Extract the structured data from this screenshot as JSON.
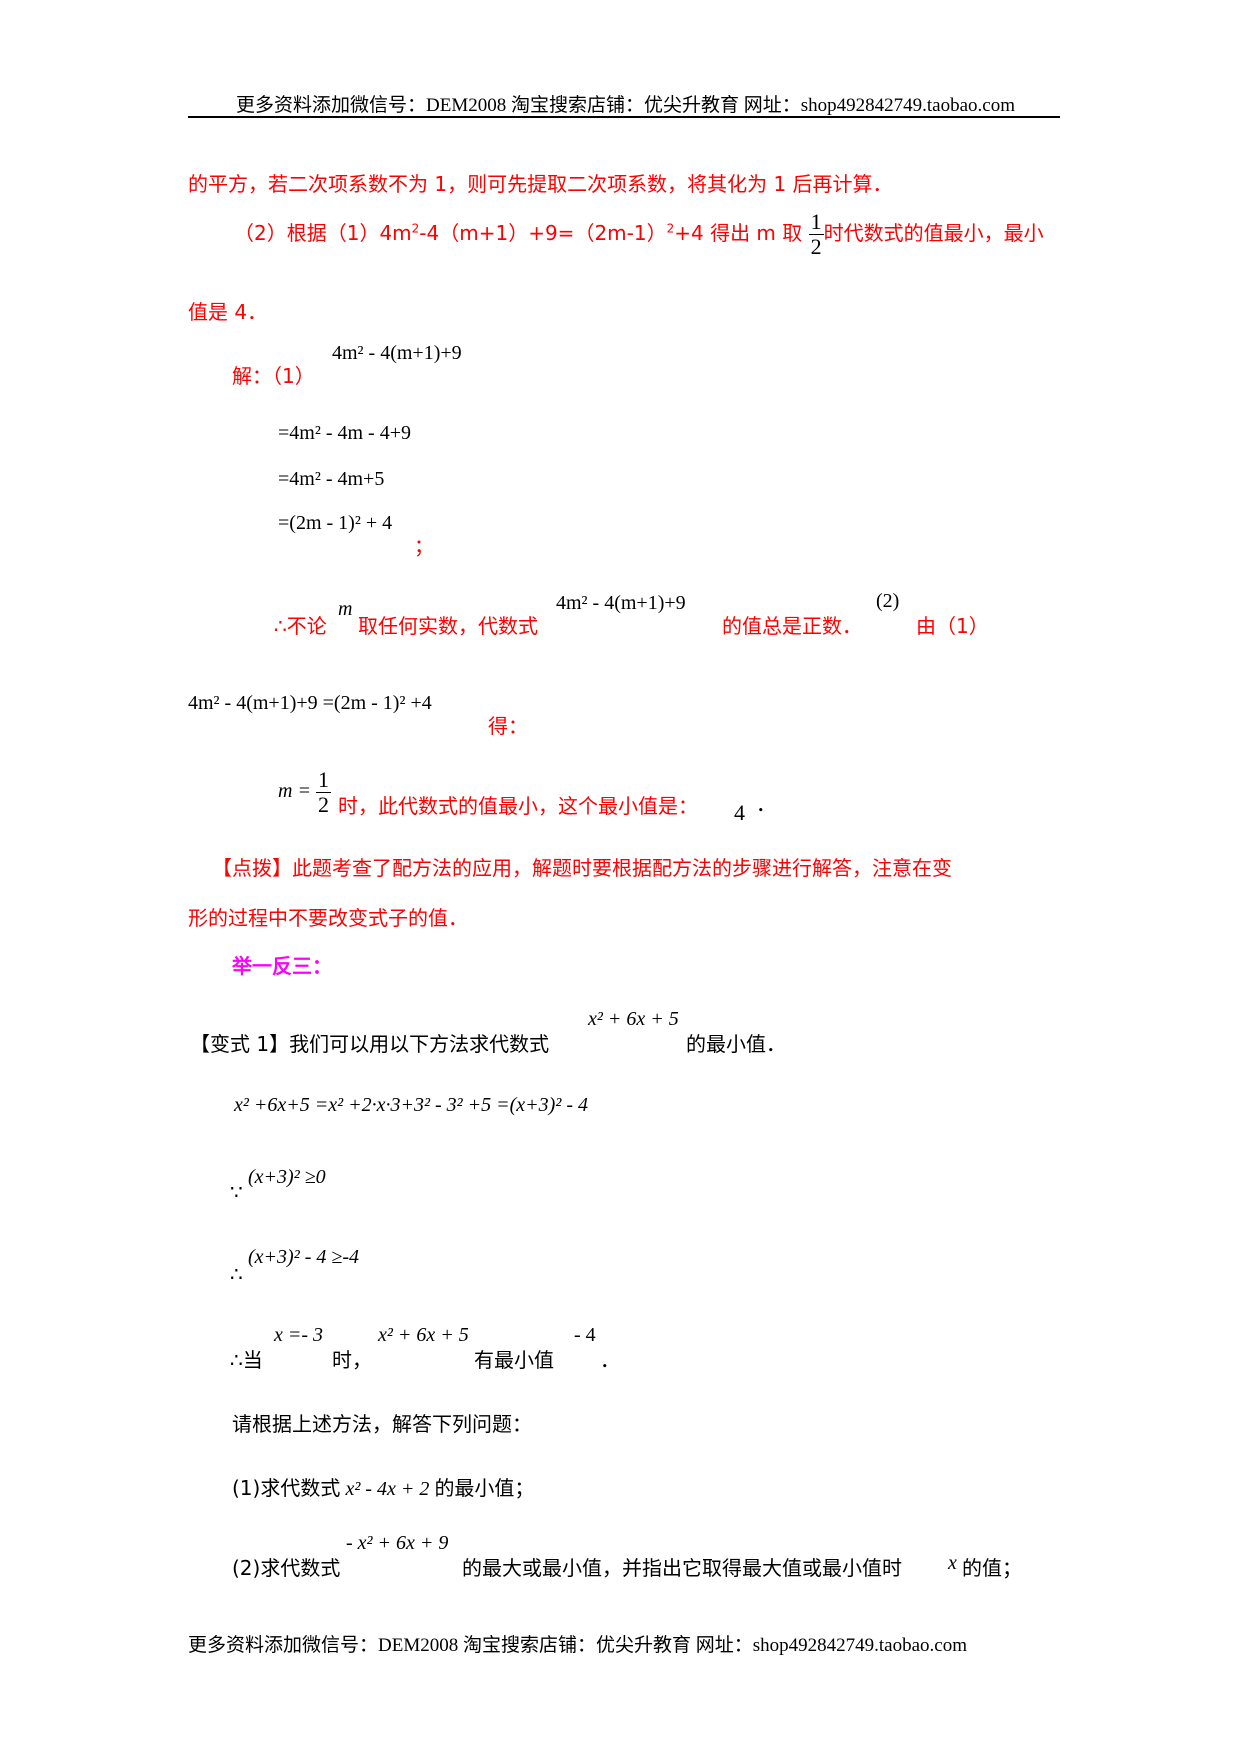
{
  "header": {
    "text": "更多资料添加微信号：DEM2008  淘宝搜索店铺：优尖升教育 网址：shop492842749.taobao.com"
  },
  "footer": {
    "text": "更多资料添加微信号：DEM2008  淘宝搜索店铺：优尖升教育 网址：shop492842749.taobao.com"
  },
  "analysis": {
    "line1": "的平方，若二次项系数不为 1，则可先提取二次项系数，将其化为 1 后再计算．",
    "line2_a": "（2）根据（1）4m",
    "line2_sup": "2",
    "line2_b": "-4（m+1）+9=（2m-1）",
    "line2_sup2": "2",
    "line2_c": "+4 得出 m 取",
    "line2_frac_num": "1",
    "line2_frac_den": "2",
    "line2_d": "时代数式的值最小，最小",
    "line3": "值是 4．"
  },
  "solution": {
    "label": "解：（1）",
    "expr0": "4m² - 4(m+1)+9",
    "steps": [
      "=4m² - 4m - 4+9",
      "=4m² - 4m+5",
      "=(2m - 1)² + 4"
    ],
    "semicolon": "；",
    "conclusion_a": "∴不论",
    "conclusion_var": "m",
    "conclusion_b": "取任何实数，代数式",
    "conclusion_expr": "4m² - 4(m+1)+9",
    "conclusion_c": "的值总是正数．",
    "part2_label": "(2)",
    "part2_a": "由（1）",
    "part2_expr": "4m² - 4(m+1)+9 =(2m - 1)² +4",
    "part2_b": "得：",
    "min_var": "m =",
    "min_frac_num": "1",
    "min_frac_den": "2",
    "min_text": "时，此代数式的值最小，这个最小值是：",
    "min_value": "4",
    "min_end": "．"
  },
  "tip": {
    "line1": "【点拨】此题考查了配方法的应用，解题时要根据配方法的步骤进行解答，注意在变",
    "line2": "形的过程中不要改变式子的值．"
  },
  "practice": {
    "heading": "举一反三：",
    "variant_a": "【变式 1】我们可以用以下方法求代数式",
    "variant_expr": "x² + 6x + 5",
    "variant_b": "的最小值．",
    "derivation": "x² +6x+5 =x² +2·x·3+3² - 3² +5 =(x+3)² - 4",
    "because_sym": "∵",
    "because_expr": "(x+3)² ≥0",
    "therefore_sym": "∴",
    "therefore_expr": "(x+3)² - 4 ≥-4",
    "when_a": "∴当",
    "when_expr1": "x =- 3",
    "when_b": "时，",
    "when_expr2": "x² + 6x + 5",
    "when_c": "有最小值",
    "when_expr3": "- 4",
    "when_end": "．",
    "instruction": "请根据上述方法，解答下列问题：",
    "q1_a": "(1)求代数式",
    "q1_expr": "x² - 4x + 2",
    "q1_b": "的最小值；",
    "q2_a": "(2)求代数式",
    "q2_expr": "- x² + 6x + 9",
    "q2_b": "的最大或最小值，并指出它取得最大值或最小值时",
    "q2_var": "x",
    "q2_c": "的值；"
  },
  "colors": {
    "answer_red": "#ff0000",
    "heading_magenta": "#ff00ff",
    "text_black": "#000000"
  }
}
